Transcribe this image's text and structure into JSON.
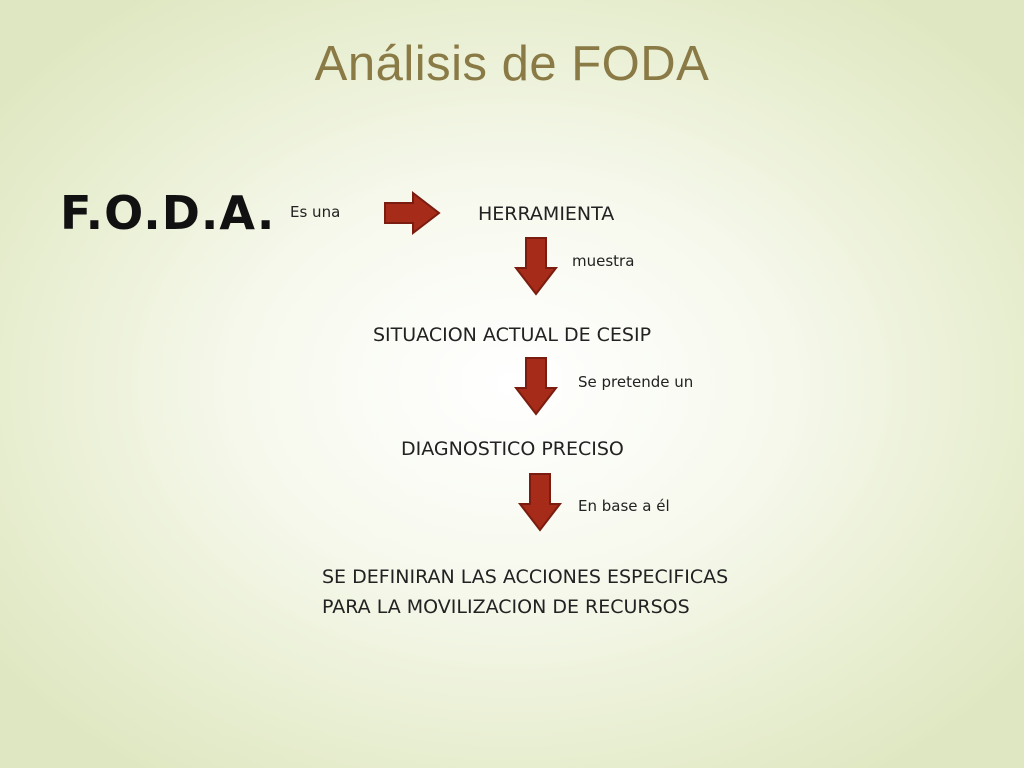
{
  "slide": {
    "title": "Análisis de FODA",
    "acronym": "F.O.D.A."
  },
  "flow": {
    "connector_1": "Es una",
    "node_1": "HERRAMIENTA",
    "connector_2": "muestra",
    "node_2": "SITUACION ACTUAL DE CESIP",
    "connector_3": "Se pretende un",
    "node_3": "DIAGNOSTICO PRECISO",
    "connector_4": "En base a él",
    "node_4_line_1": "SE DEFINIRAN LAS ACCIONES ESPECIFICAS",
    "node_4_line_2": "PARA LA MOVILIZACION DE RECURSOS"
  },
  "colors": {
    "title": "#8a7a45",
    "arrow_fill": "#a62b19",
    "arrow_stroke": "#7a1d10"
  }
}
